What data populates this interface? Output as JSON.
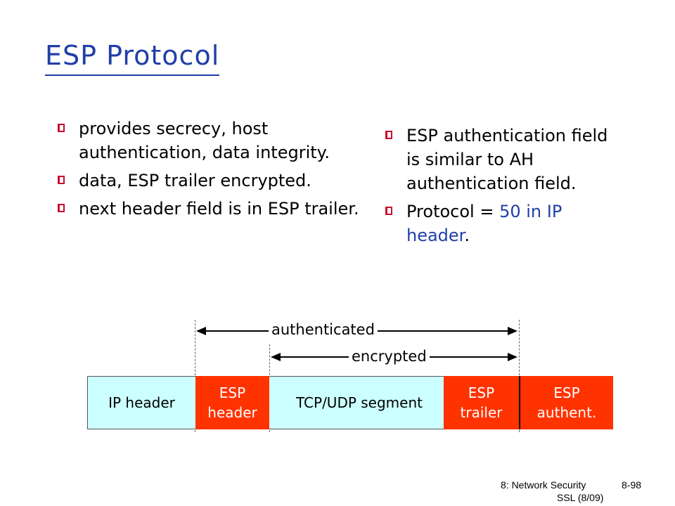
{
  "slide": {
    "title": "ESP Protocol",
    "left_bullets": [
      "provides secrecy, host authentication, data integrity.",
      "data, ESP trailer encrypted.",
      "next header field is in ESP trailer."
    ],
    "right_bullets": [
      {
        "text": "ESP authentication field is similar to AH authentication field."
      },
      {
        "prefix": "Protocol = ",
        "highlight": "50 in IP header",
        "suffix": "."
      }
    ]
  },
  "diagram": {
    "authenticated_label": "authenticated",
    "encrypted_label": "encrypted",
    "packet": {
      "ip_header": "IP header",
      "esp_header": [
        "ESP",
        "header"
      ],
      "tcp_udp_segment": "TCP/UDP segment",
      "esp_trailer": [
        "ESP",
        "trailer"
      ],
      "esp_authent": [
        "ESP",
        "authent."
      ]
    }
  },
  "footer": {
    "course": "8: Network Security",
    "subtitle": "SSL (8/09)",
    "page": "8-98"
  },
  "colors": {
    "title": "#1f3fa8",
    "bullet": "#c8102e",
    "packet_light": "#ccffff",
    "packet_red": "#ff3300"
  }
}
